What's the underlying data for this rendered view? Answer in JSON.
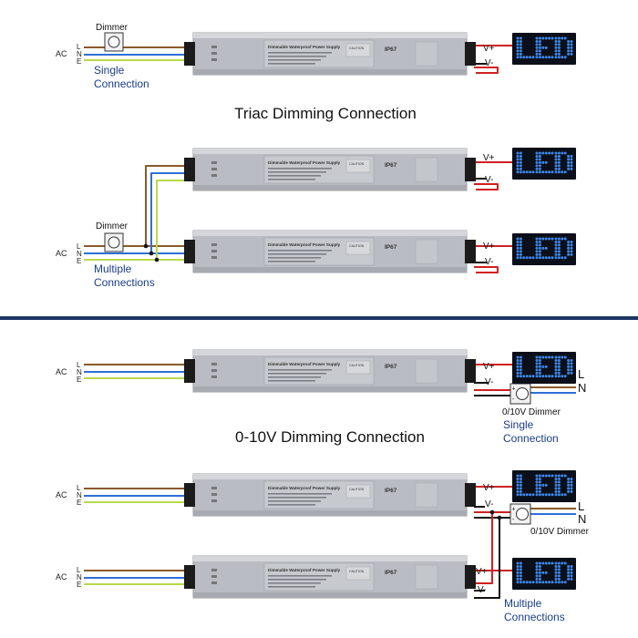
{
  "top_section": {
    "title": "Triac Dimming Connection",
    "single": {
      "ac": "AC",
      "l": "L",
      "n": "N",
      "e": "E",
      "dimmer": "Dimmer",
      "caption_line1": "Single",
      "caption_line2": "Connection",
      "vplus": "V+",
      "vminus": "V-"
    },
    "multiple": {
      "ac": "AC",
      "l": "L",
      "n": "N",
      "e": "E",
      "dimmer": "Dimmer",
      "caption_line1": "Multiple",
      "caption_line2": "Connections",
      "vplus_1": "V+",
      "vminus_1": "V-",
      "vplus_2": "V+",
      "vminus_2": "V-"
    }
  },
  "bottom_section": {
    "title": "0-10V Dimming Connection",
    "single": {
      "ac": "AC",
      "l": "L",
      "n": "N",
      "e": "E",
      "vplus": "V+",
      "vminus": "V-",
      "out_l": "L",
      "out_n": "N",
      "dimmer": "0/10V Dimmer",
      "caption_line1": "Single",
      "caption_line2": "Connection"
    },
    "multiple": {
      "ac_1": "AC",
      "l_1": "L",
      "n_1": "N",
      "e_1": "E",
      "ac_2": "AC",
      "l_2": "L",
      "n_2": "N",
      "e_2": "E",
      "vplus_1": "V+",
      "vminus_1": "V-",
      "vplus_2": "V+",
      "vminus_2": "V-",
      "out_l": "L",
      "out_n": "N",
      "dimmer": "0/10V Dimmer",
      "caption_line1": "Multiple",
      "caption_line2": "Connections"
    }
  },
  "led_panel": {
    "text": "LED"
  },
  "dimmer_knob_labels": {
    "plus": "+",
    "minus": "-"
  },
  "psu_label": {
    "title": "Dimmable Waterproof Power Supply",
    "rating": "IP67",
    "caution": "CAUTION"
  },
  "colors": {
    "brown": "#8a5a2b",
    "blue": "#2e6fd8",
    "green_yellow": "#b8d94a",
    "red": "#d02020",
    "black": "#111111",
    "caption_blue": "#1a3e86",
    "divider": "#1f3566",
    "led_blue": "#3e86e6",
    "panel_bg": "#0b0f1a",
    "psu_body": "#b9bcc2"
  }
}
